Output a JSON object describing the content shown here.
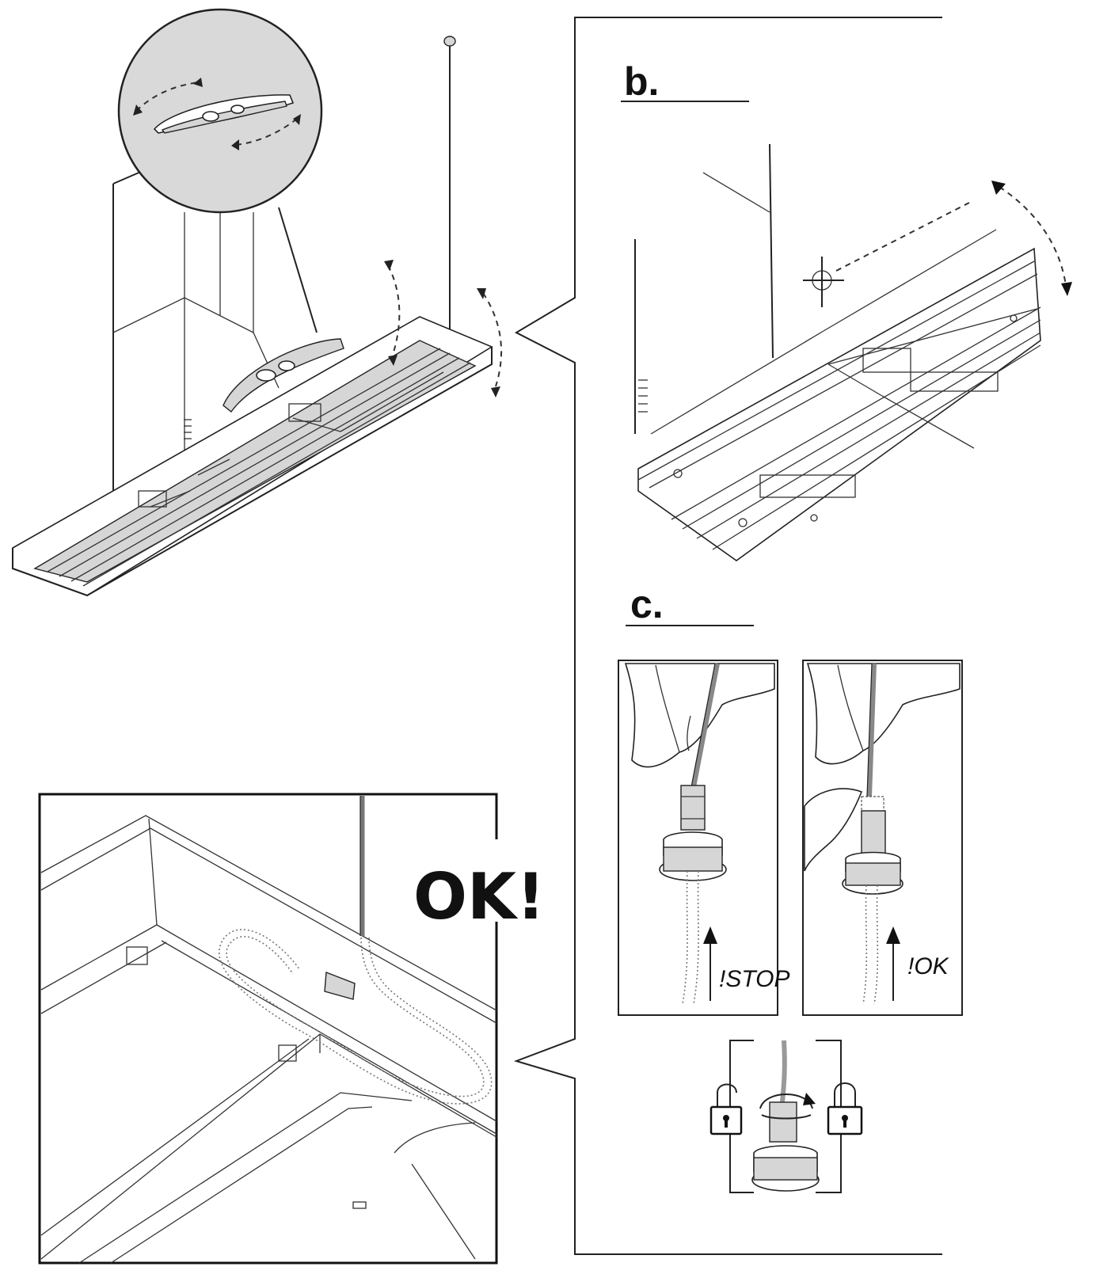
{
  "labels": {
    "step_b": "b.",
    "step_c": "c.",
    "ok_banner": "OK!",
    "stop_caption": "!STOP",
    "ok_caption": "!OK"
  },
  "icons": {
    "unlock": "unlock-padlock-icon",
    "lock": "lock-padlock-icon",
    "rotate": "rotate-arrow-icon"
  },
  "colors": {
    "ink": "#111111",
    "paper": "#ffffff",
    "shade": "#d6d6d6"
  }
}
